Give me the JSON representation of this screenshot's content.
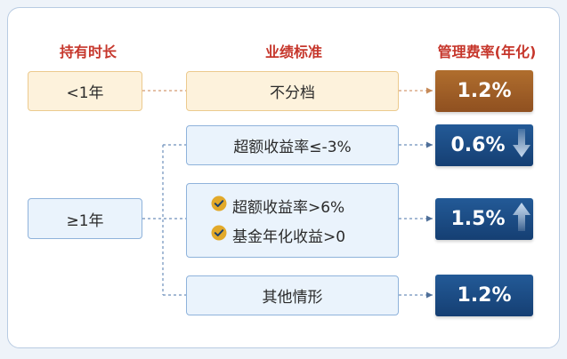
{
  "headers": {
    "holding_period": "持有时长",
    "performance_standard": "业绩标准",
    "management_fee": "管理费率(年化)"
  },
  "rows": {
    "short_period": "<1年",
    "short_standard": "不分档",
    "short_fee": "1.2%",
    "long_period": "≥1年",
    "low_standard": "超额收益率≤-3%",
    "low_fee": "0.6%",
    "high_standard_1": "超额收益率>6%",
    "high_standard_2": "基金年化收益>0",
    "high_fee": "1.5%",
    "other_standard": "其他情形",
    "other_fee": "1.2%"
  },
  "icons": {
    "down": "arrow-down-icon",
    "up": "arrow-up-icon",
    "check": "check-circle-icon"
  },
  "colors": {
    "header_red": "#c6362b",
    "cream_fill": "#fdf2dc",
    "cream_border": "#ecca8e",
    "blue_fill": "#eaf3fc",
    "blue_border": "#8fb3db",
    "fee_brown": "#9c5c27",
    "fee_navy": "#1c4b84",
    "check_gold": "#e2a92a"
  }
}
